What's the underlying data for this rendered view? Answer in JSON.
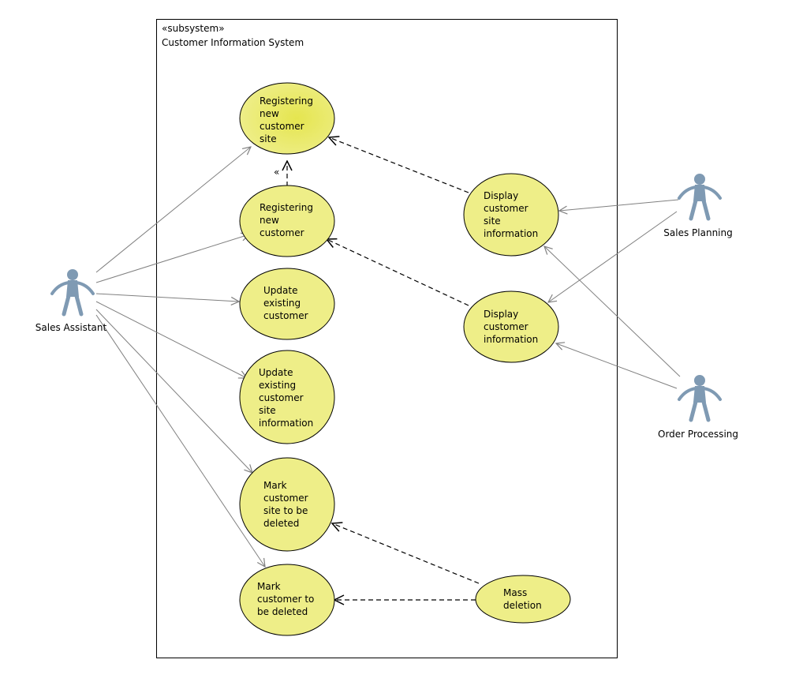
{
  "subsystem": {
    "stereotype": "«subsystem»",
    "name": "Customer Information System"
  },
  "actors": {
    "sales_assistant": "Sales Assistant",
    "sales_planning": "Sales Planning",
    "order_processing": "Order Processing"
  },
  "use_cases": {
    "reg_site": [
      "Registering",
      "new",
      "customer",
      "site"
    ],
    "reg_customer": [
      "Registering",
      "new",
      "customer"
    ],
    "update_customer": [
      "Update",
      "existing",
      "customer"
    ],
    "update_site": [
      "Update",
      "existing",
      "customer",
      "site",
      "information"
    ],
    "mark_site": [
      "Mark",
      "customer",
      "site to be",
      "deleted"
    ],
    "mark_customer": [
      "Mark",
      "customer to",
      "be deleted"
    ],
    "display_site": [
      "Display",
      "customer",
      "site",
      "information"
    ],
    "display_customer": [
      "Display",
      "customer",
      "information"
    ],
    "mass_deletion": [
      "Mass",
      "deletion"
    ]
  },
  "stereotype_fragment": "«",
  "colors": {
    "use_case_fill": "#eeee88",
    "use_case_fill_highlight": "#e8e85c",
    "actor": "#7f9ab3",
    "association": "#808080",
    "dependency": "#000000"
  }
}
